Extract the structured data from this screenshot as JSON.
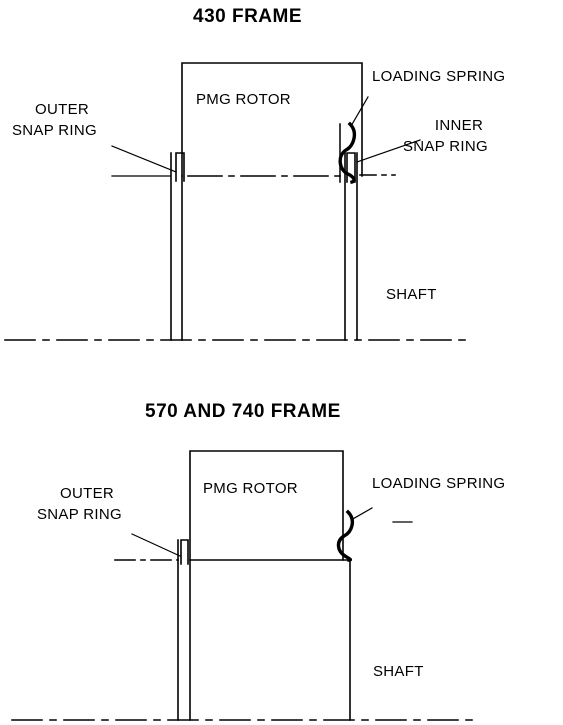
{
  "diagram_top": {
    "title": "430 FRAME",
    "rotor_label": "PMG ROTOR",
    "loading_spring_label": "LOADING SPRING",
    "inner_snap_ring_label": [
      "INNER",
      "SNAP RING"
    ],
    "outer_snap_ring_label": [
      "OUTER",
      "SNAP RING"
    ],
    "shaft_label": "SHAFT"
  },
  "diagram_bottom": {
    "title": "570 AND 740 FRAME",
    "rotor_label": "PMG ROTOR",
    "loading_spring_label": "LOADING SPRING",
    "outer_snap_ring_label": [
      "OUTER",
      "SNAP RING"
    ],
    "shaft_label": "SHAFT"
  },
  "colors": {
    "ink": "#000000",
    "background": "#ffffff"
  }
}
